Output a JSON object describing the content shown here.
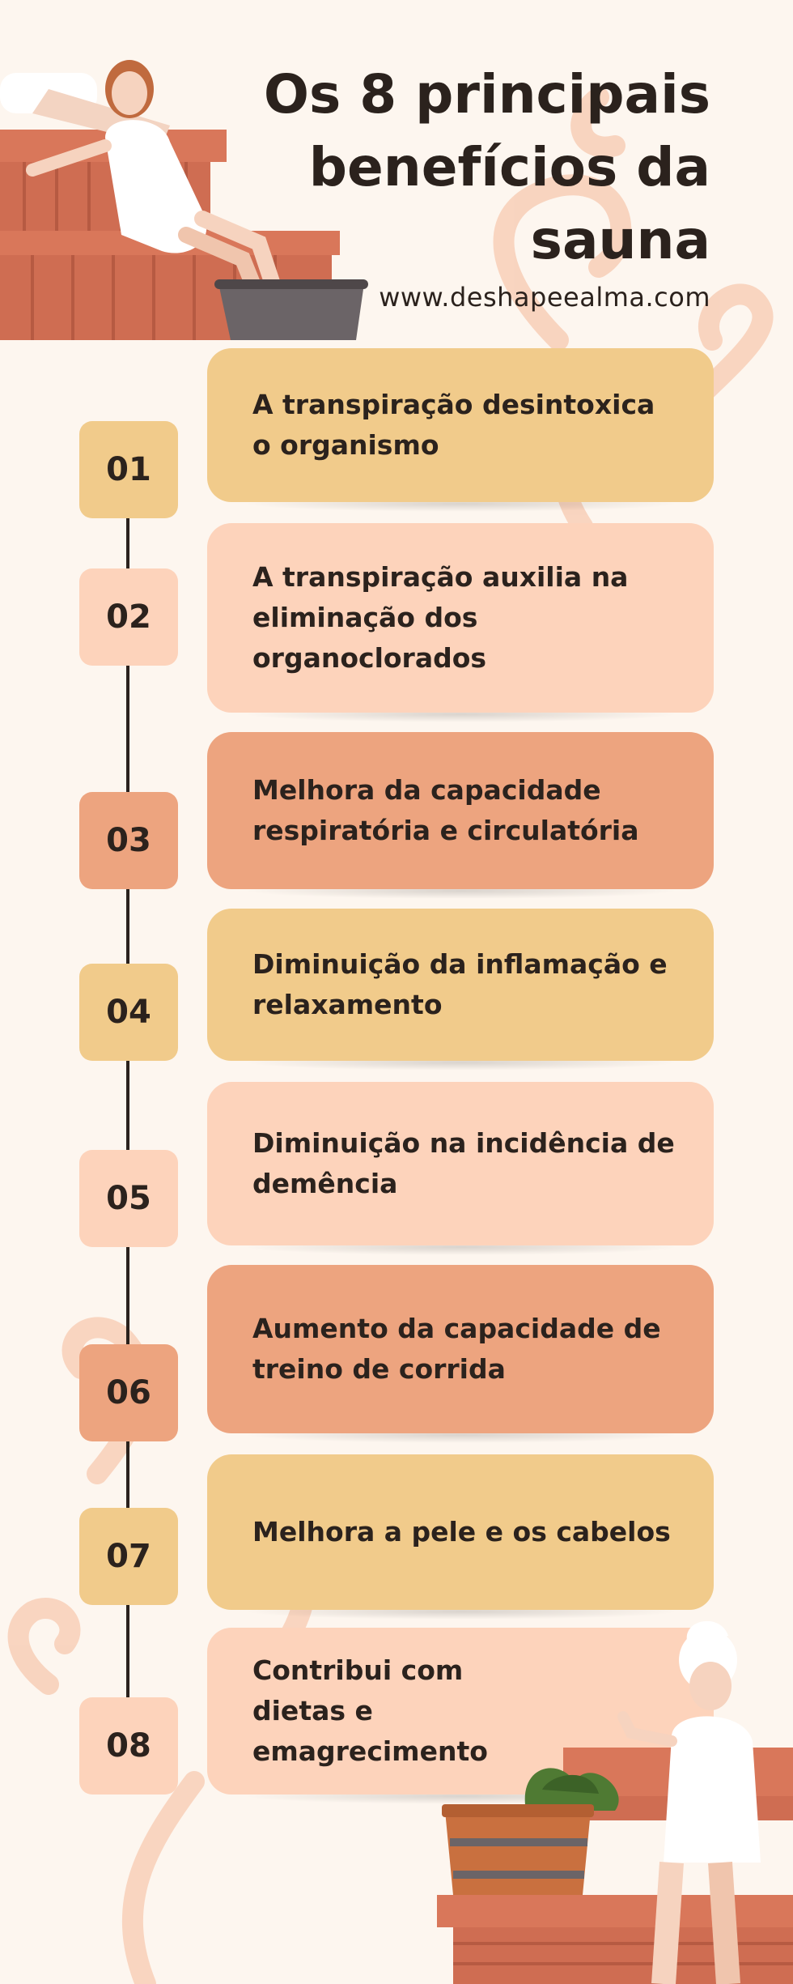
{
  "header": {
    "title_line1": "Os 8 principais",
    "title_line2": "benefícios da",
    "title_line3": "sauna",
    "url": "www.deshapeealma.com"
  },
  "colors": {
    "background": "#fdf6ef",
    "yellow": "#f1cb8b",
    "peach": "#fdd3bb",
    "orange": "#eda47f",
    "text": "#2b221d",
    "wood": "#d9775a"
  },
  "benefits": [
    {
      "number": "01",
      "text": "A transpiração desintoxica o organismo",
      "color": "yellow"
    },
    {
      "number": "02",
      "text": "A transpiração auxilia na eliminação dos organoclorados",
      "color": "peach"
    },
    {
      "number": "03",
      "text": "Melhora da capacidade respiratória e circulatória",
      "color": "orange"
    },
    {
      "number": "04",
      "text": "Diminuição da inflamação e relaxamento",
      "color": "yellow"
    },
    {
      "number": "05",
      "text": "Diminuição na incidência de demência",
      "color": "peach"
    },
    {
      "number": "06",
      "text": "Aumento da capacidade de treino de corrida",
      "color": "orange"
    },
    {
      "number": "07",
      "text": "Melhora a pele e os cabelos",
      "color": "yellow"
    },
    {
      "number": "08",
      "text": "Contribui com dietas e emagrecimento",
      "color": "peach"
    }
  ]
}
